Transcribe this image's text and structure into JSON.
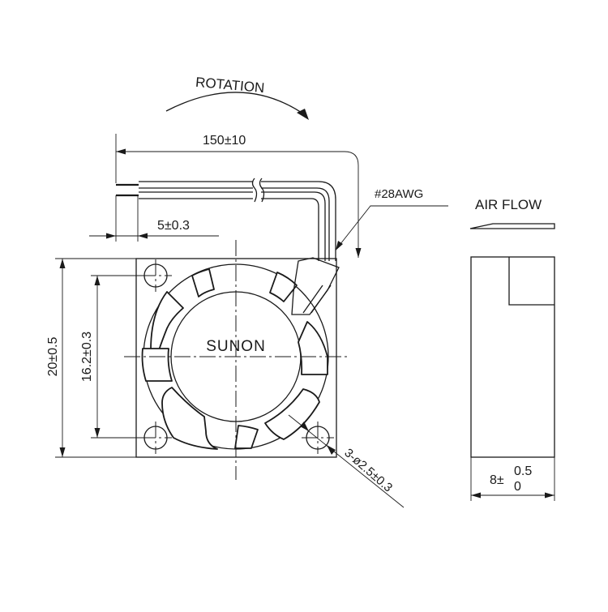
{
  "labels": {
    "rotation": "ROTATION",
    "cable_length": "150±10",
    "wire_gauge": "#28AWG",
    "air_flow": "AIR FLOW",
    "wire_spacing": "5±0.3",
    "brand": "SUNON",
    "outer_size": "20±0.5",
    "hole_pitch": "16.2±0.3",
    "mount_holes": "3-ø2.5±0.3",
    "thickness_base": "8±",
    "thickness_upper": "0.5",
    "thickness_lower": "0"
  }
}
